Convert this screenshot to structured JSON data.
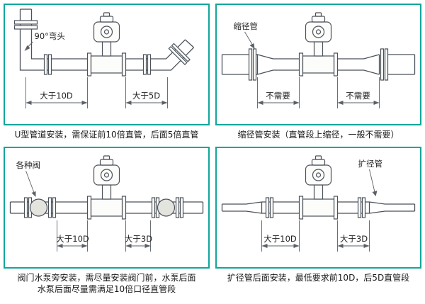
{
  "colors": {
    "panel_border": "#10a79b",
    "line": "#4b525a",
    "text": "#1a1a1a"
  },
  "panels": [
    {
      "name": "u-pipe-installation",
      "callout": "90°弯头",
      "dim_left": "大于10D",
      "dim_right": "大于5D",
      "caption": "U型管道安装，需保证前10倍直管，后面5倍直管"
    },
    {
      "name": "reducer-installation",
      "callout": "缩径管",
      "dim_left": "不需要",
      "dim_right": "不需要",
      "caption": "缩径管安装（直管段上缩径，一般不需要）"
    },
    {
      "name": "valve-pump-installation",
      "callout": "各种阀",
      "dim_left": "大于10D",
      "dim_right": "大于3D",
      "caption": "阀门水泵旁安装，需尽量安装阀门前，水泵后面",
      "caption2": "水泵后面尽量需满足10倍口径直管段"
    },
    {
      "name": "expander-installation",
      "callout": "扩径管",
      "dim_left": "大于10D",
      "dim_right": "大于3D",
      "caption": "扩径管后面安装，最低要求前10D，后5D直管段"
    }
  ]
}
